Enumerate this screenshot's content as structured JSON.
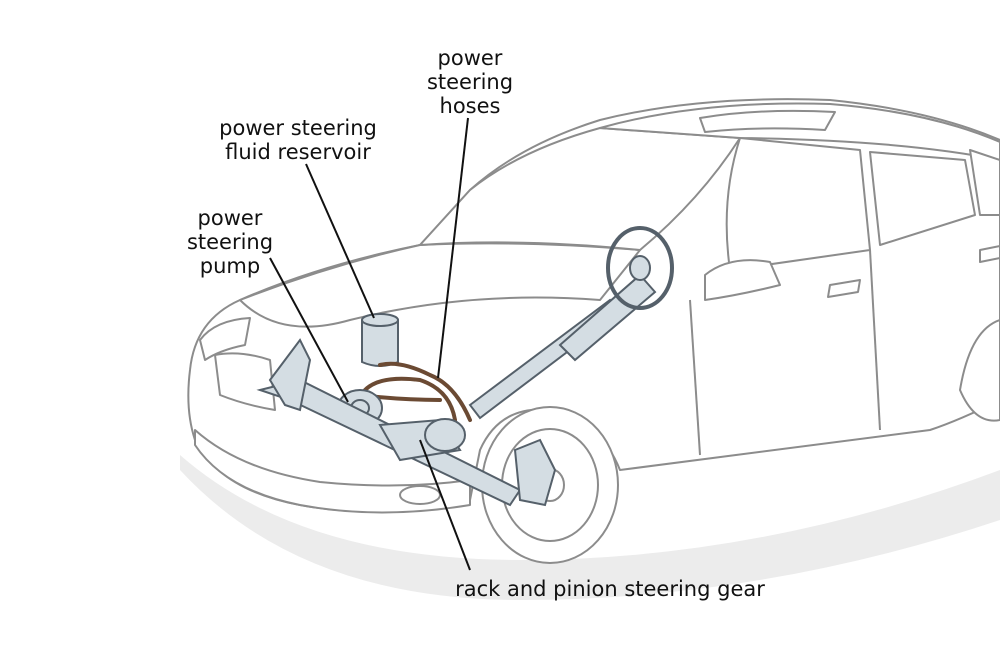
{
  "labels": {
    "hoses": [
      "power",
      "steering",
      "hoses"
    ],
    "reservoir": [
      "power steering",
      "fluid reservoir"
    ],
    "pump": [
      "power",
      "steering",
      "pump"
    ],
    "rack": "rack and pinion steering gear"
  },
  "colors": {
    "outline": "#8c8c8c",
    "component": "#d4dde3",
    "component_stroke": "#55606a",
    "hose": "#6b4a33",
    "leader": "#111111",
    "shadow": "#e6e6e6"
  }
}
